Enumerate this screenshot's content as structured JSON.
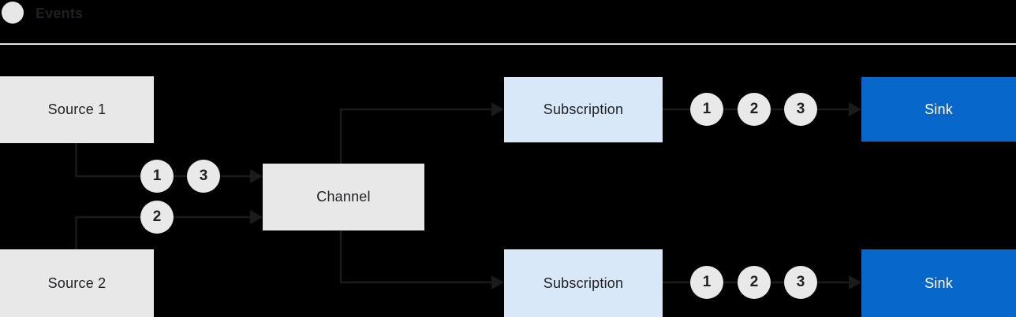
{
  "legend": {
    "label": "Events"
  },
  "nodes": {
    "source1": {
      "label": "Source 1"
    },
    "source2": {
      "label": "Source 2"
    },
    "channel": {
      "label": "Channel"
    },
    "subscription1": {
      "label": "Subscription"
    },
    "subscription2": {
      "label": "Subscription"
    },
    "sink1": {
      "label": "Sink"
    },
    "sink2": {
      "label": "Sink"
    }
  },
  "events": {
    "source1_row": [
      "1",
      "3"
    ],
    "source2_row": [
      "2"
    ],
    "subscription1_row": [
      "1",
      "2",
      "3"
    ],
    "subscription2_row": [
      "1",
      "2",
      "3"
    ]
  },
  "colors": {
    "background": "#000000",
    "box_gray": "#e8e8e8",
    "box_light_blue": "#d8e8f8",
    "box_blue": "#0666c9",
    "event_circle_fill": "#e9e9e9",
    "connector": "#1b1b1d",
    "separator": "#e8e8e8",
    "text_dark": "#1f2025",
    "text_light": "#ffffff"
  }
}
